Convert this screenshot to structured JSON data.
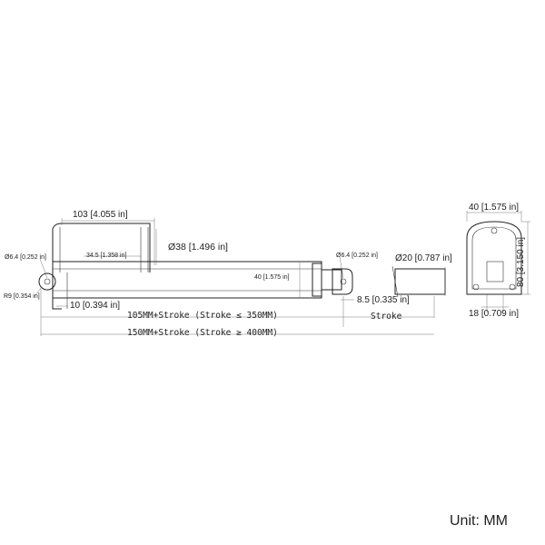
{
  "dimensions": {
    "body_length": "103 [4.055 in]",
    "motor_diameter": "Ø38 [1.496 in]",
    "motor_offset": "34.5 [1.358 in]",
    "rear_hole": "Ø6.4 [0.252 in]",
    "rear_radius": "R9 [0.354 in]",
    "rear_offset": "10 [0.394 in]",
    "tube_height": "40 [1.575 in]",
    "front_hole": "Ø6.4 [0.252 in]",
    "rod_diameter": "Ø20 [0.787 in]",
    "front_offset": "8.5 [0.335 in]",
    "stroke": "Stroke",
    "retracted_short": "105MM+Stroke (Stroke ≤ 350MM)",
    "retracted_long": "150MM+Stroke (Stroke ≥ 400MM)",
    "end_width": "40 [1.575 in]",
    "end_height": "80 [3.150 in]",
    "end_slot": "18 [0.709 in]"
  },
  "unit_label": "Unit:  MM"
}
